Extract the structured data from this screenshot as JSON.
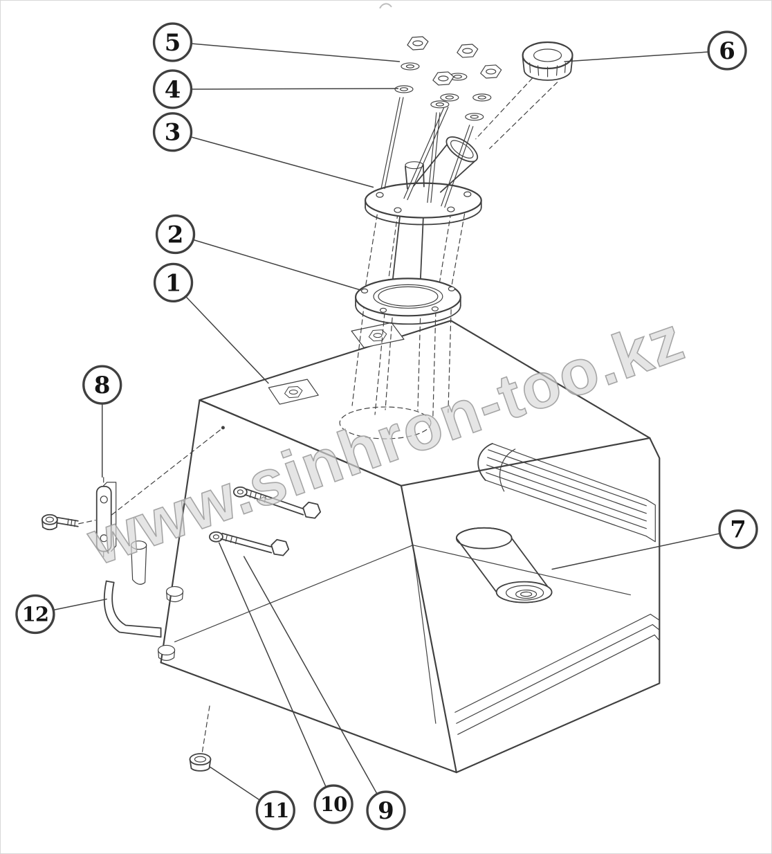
{
  "diagram": {
    "watermark": "www.sinhron-too.kz",
    "callouts": [
      {
        "number": "1"
      },
      {
        "number": "2"
      },
      {
        "number": "3"
      },
      {
        "number": "4"
      },
      {
        "number": "5"
      },
      {
        "number": "6"
      },
      {
        "number": "7"
      },
      {
        "number": "8"
      },
      {
        "number": "9"
      },
      {
        "number": "10"
      },
      {
        "number": "11"
      },
      {
        "number": "12"
      }
    ],
    "colors": {
      "line": "#404040",
      "callout_text": "#141414",
      "watermark_fill": "#d8d8d8",
      "watermark_stroke": "#9c9c9c",
      "background": "#ffffff",
      "border": "#d7d7d7"
    }
  }
}
